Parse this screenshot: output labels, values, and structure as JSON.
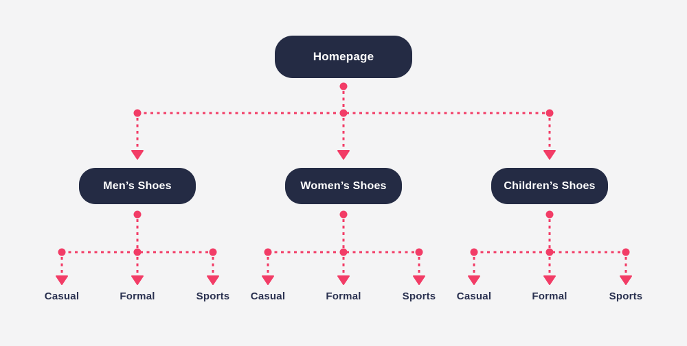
{
  "diagram": {
    "type": "sitemap-tree",
    "root": {
      "label": "Homepage"
    },
    "branches": [
      {
        "label": "Men’s Shoes",
        "children": [
          {
            "label": "Casual"
          },
          {
            "label": "Formal"
          },
          {
            "label": "Sports"
          }
        ]
      },
      {
        "label": "Women’s Shoes",
        "children": [
          {
            "label": "Casual"
          },
          {
            "label": "Formal"
          },
          {
            "label": "Sports"
          }
        ]
      },
      {
        "label": "Children’s Shoes",
        "children": [
          {
            "label": "Casual"
          },
          {
            "label": "Formal"
          },
          {
            "label": "Sports"
          }
        ]
      }
    ],
    "colors": {
      "background": "#F4F4F5",
      "node_background": "#242B44",
      "node_text": "#FFFFFF",
      "connector": "#F23C66",
      "leaf_text": "#2A3150"
    }
  }
}
